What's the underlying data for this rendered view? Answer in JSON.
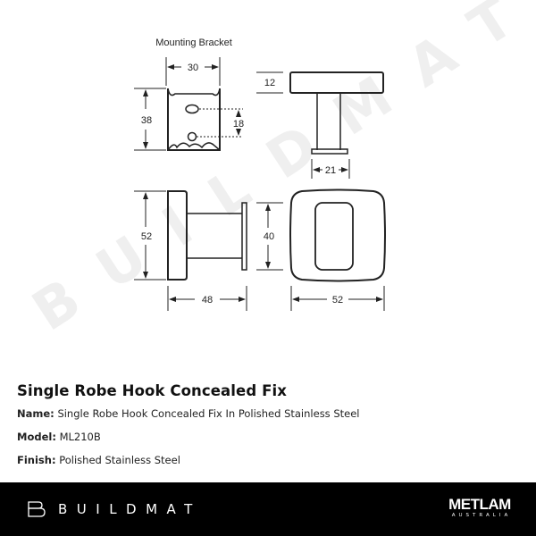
{
  "drawing": {
    "bracket_label": "Mounting Bracket",
    "dimensions": {
      "bracket_width": "30",
      "bracket_height": "38",
      "hole_spacing": "18",
      "top_view_thickness": "12",
      "top_view_base_width": "21",
      "side_height": "52",
      "side_depth": "48",
      "side_base_height": "40",
      "front_width": "52"
    },
    "watermark": "BUILDMAT"
  },
  "product": {
    "title": "Single Robe Hook Concealed Fix",
    "name_label": "Name:",
    "name_value": "Single Robe Hook Concealed Fix In Polished Stainless Steel",
    "model_label": "Model:",
    "model_value": "ML210B",
    "finish_label": "Finish:",
    "finish_value": "Polished Stainless Steel"
  },
  "footer": {
    "brand": "BUILDMAT",
    "partner_main": "METLAM",
    "partner_sub": "AUSTRALIA",
    "background": "#000000"
  }
}
